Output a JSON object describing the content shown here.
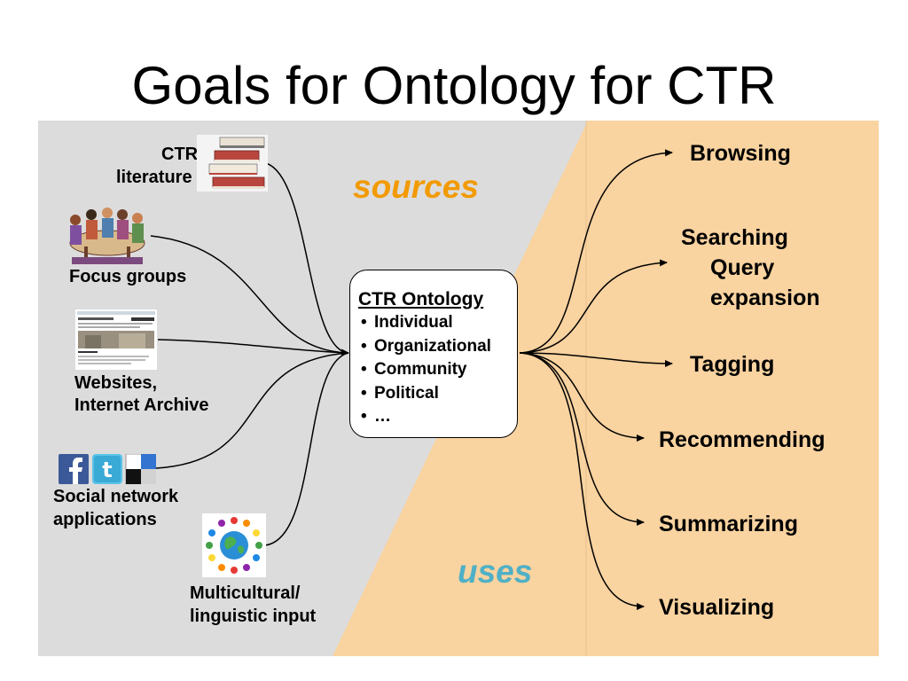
{
  "title": "Goals for Ontology for CTR",
  "labels": {
    "sources": "sources",
    "uses": "uses"
  },
  "colors": {
    "left_panel": "#dcdcdc",
    "right_panel": "#f9d3a0",
    "sources_text": "#f29a00",
    "uses_text": "#4fb0c6"
  },
  "inputs": {
    "ctr_literature": [
      "CTR",
      "literature"
    ],
    "focus_groups": "Focus groups",
    "websites": [
      "Websites,",
      "Internet Archive"
    ],
    "social": [
      "Social network",
      "applications"
    ],
    "multicultural": [
      "Multicultural/",
      "linguistic input"
    ]
  },
  "ontology": {
    "title": "CTR Ontology",
    "items": [
      "Individual",
      "Organizational",
      "Community",
      "Political",
      "…"
    ]
  },
  "outputs": {
    "browsing": "Browsing",
    "searching": "Searching",
    "query": "Query",
    "expansion": "expansion",
    "tagging": "Tagging",
    "recommending": "Recommending",
    "summarizing": "Summarizing",
    "visualizing": "Visualizing"
  },
  "icons": [
    "book-stack-icon",
    "focus-group-people-icon",
    "website-screenshot-icon",
    "facebook-icon",
    "twitter-icon",
    "delicious-icon",
    "globe-people-icon"
  ]
}
